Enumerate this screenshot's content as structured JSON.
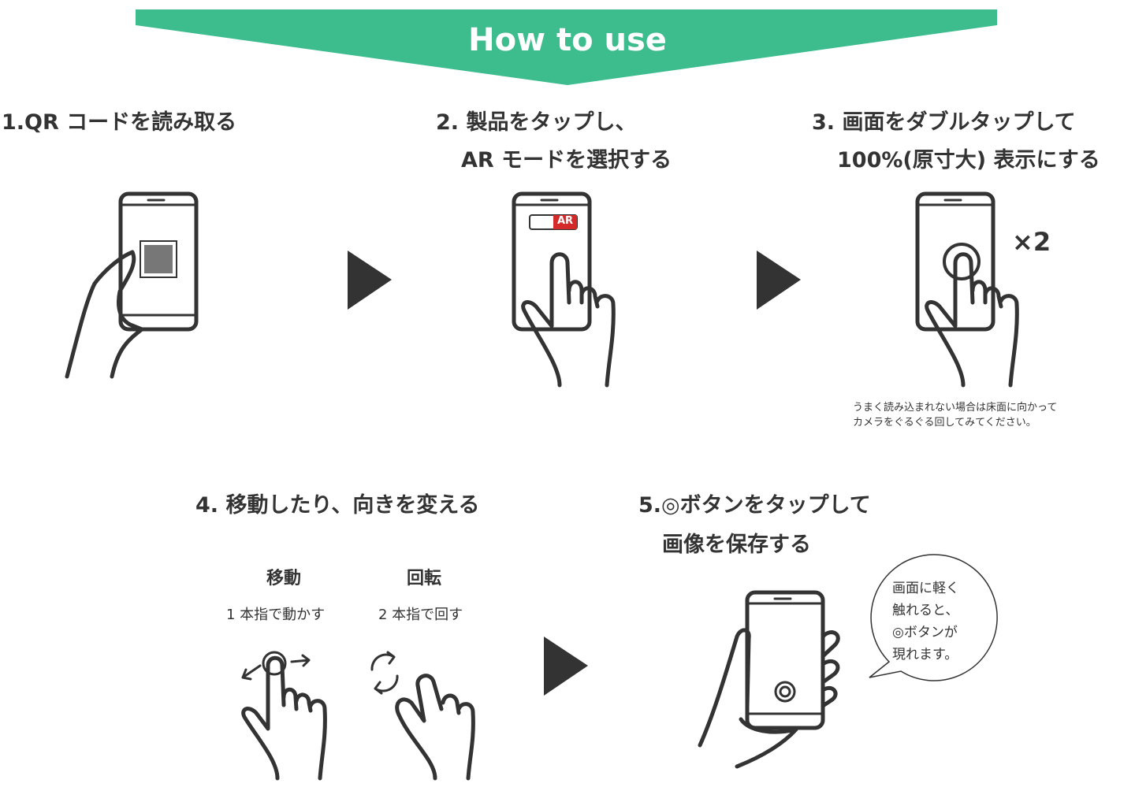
{
  "banner": {
    "title": "How to use",
    "color": "#3dbd8e"
  },
  "steps": [
    {
      "title": "1.QR コードを読み取る"
    },
    {
      "title_line1": "2. 製品をタップし、",
      "title_line2": "AR モードを選択する",
      "badge": "AR"
    },
    {
      "title_line1": "3. 画面をダブルタップして",
      "title_line2": "100%(原寸大) 表示にする",
      "multiplier": "×2",
      "note_line1": "うまく読み込まれない場合は床面に向かって",
      "note_line2": "カメラをぐるぐる回してみてください。"
    },
    {
      "title": "4. 移動したり、向きを変える",
      "move": {
        "label": "移動",
        "desc": "1 本指で動かす"
      },
      "rotate": {
        "label": "回転",
        "desc": "2 本指で回す"
      }
    },
    {
      "title_line1": "5.◎ボタンをタップして",
      "title_line2": "画像を保存する",
      "bubble": [
        "画面に軽く",
        "触れると、",
        "◎ボタンが",
        "現れます。"
      ]
    }
  ],
  "colors": {
    "ink": "#333333",
    "badge": "#d42a2a"
  }
}
